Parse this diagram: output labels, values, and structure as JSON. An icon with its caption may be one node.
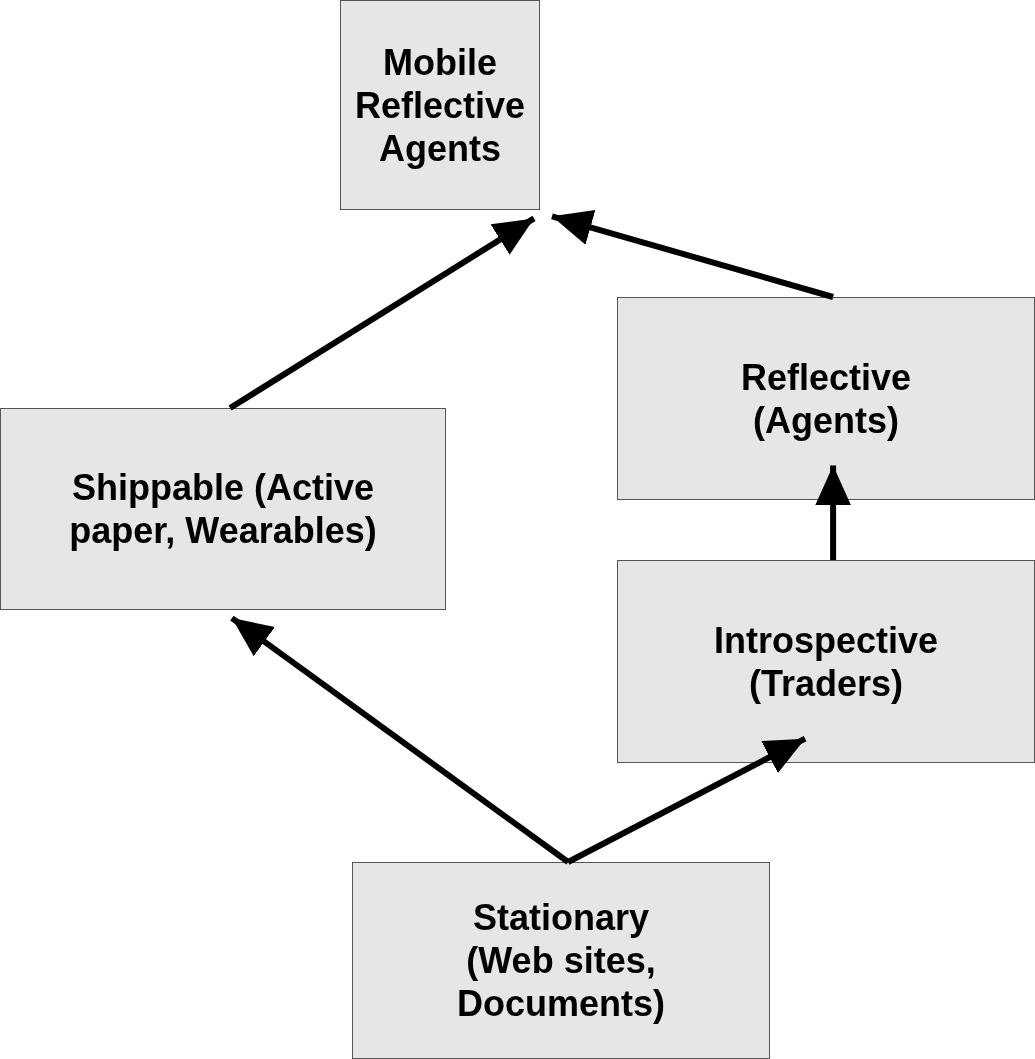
{
  "diagram": {
    "nodes": [
      {
        "text": [
          "Mobile Reflective Agents"
        ]
      },
      {
        "text": [
          "Reflective (Agents)"
        ]
      },
      {
        "text": [
          "Shippable (Active paper, Wearables)"
        ]
      },
      {
        "text": [
          "Introspective (Traders)"
        ]
      },
      {
        "text": [
          "Stationary (Web sites, Documents)"
        ]
      }
    ],
    "edges": [
      {
        "from": 2,
        "to": 0,
        "arrow": "to"
      },
      {
        "from": 1,
        "to": 0,
        "arrow": "to"
      },
      {
        "from": 3,
        "to": 1,
        "arrow": "to"
      },
      {
        "from": 4,
        "to": 2,
        "arrow": "to"
      },
      {
        "from": 4,
        "to": 3,
        "arrow": "to"
      }
    ]
  }
}
